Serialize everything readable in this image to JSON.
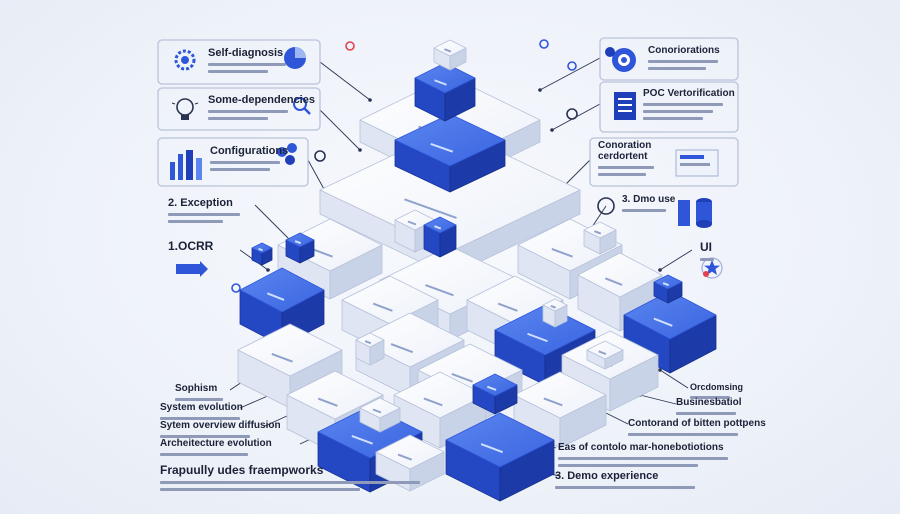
{
  "labels": {
    "self_diagnosis": "Self-diagnosis",
    "some_dependencies": "Some-dependencies",
    "configurations_left": "Configurations",
    "exception": "2. Exception",
    "ocr": "1.OCRR",
    "sophism": "Sophism",
    "system_evolution": "System evolution",
    "system_overview_diffusion": "Sytem overview diffusion",
    "architecture_evolution": "Archeitecture evolution",
    "frequently_used_frameworks": "Frapuully udes fraempworks",
    "configurations_right": "Conoriorations",
    "poc_verification": "POC Vertorification",
    "generation_document": "Conoration cerdortent",
    "demo_use": "3. Dmo use",
    "ui": "UI",
    "orchestration": "Orcdomsing",
    "business_model": "Businesbatiol",
    "context_of_bitten_purposes": "Contorand of bitten pottpens",
    "eas_of_controle": "Eas of contolo mar-honebotiotions",
    "demo_experience": "3. Demo experience"
  },
  "colors": {
    "accent_blue": "#2f56d9",
    "deep_blue": "#1e3fb8",
    "light_blue": "#5b86f0",
    "block_white": "#ffffff",
    "block_side": "#dfe5f2",
    "line": "#2a3452"
  },
  "icons": [
    "gear-icon",
    "lightbulb-icon",
    "bar-chart-icon",
    "pie-chart-icon",
    "document-icon",
    "database-icon",
    "magnifier-icon",
    "star-icon",
    "target-icon"
  ]
}
